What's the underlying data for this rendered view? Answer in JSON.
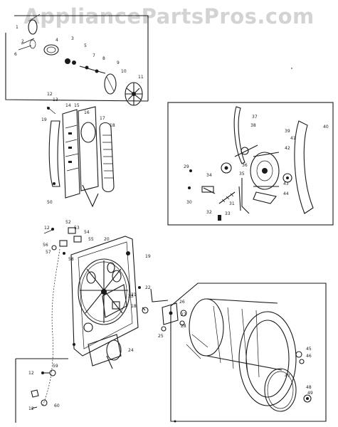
{
  "watermark": "AppliancePartsPros.com",
  "colors": {
    "ink": "#1a1a1a",
    "paper": "#ffffff",
    "watermark": "#b0b0b0"
  },
  "callouts": {
    "panel_top": [
      "1",
      "2",
      "3",
      "4",
      "5",
      "6",
      "7",
      "8",
      "9",
      "10",
      "11"
    ],
    "panel_duct": [
      "12",
      "13",
      "14",
      "15",
      "16",
      "17",
      "18",
      "19",
      "50"
    ],
    "panel_motor": [
      "37",
      "38",
      "39",
      "40",
      "41",
      "42",
      "43",
      "44",
      "34",
      "35",
      "36",
      "29",
      "30",
      "31",
      "32",
      "33"
    ],
    "panel_bulkhead": [
      "52",
      "53",
      "54",
      "55",
      "56",
      "57",
      "58",
      "12",
      "19",
      "20",
      "21",
      "22",
      "23",
      "24",
      "18"
    ],
    "panel_drum": [
      "26",
      "27",
      "28",
      "25",
      "45",
      "46",
      "47",
      "48",
      "49"
    ],
    "panel_small": [
      "59",
      "12",
      "60",
      "12"
    ]
  }
}
